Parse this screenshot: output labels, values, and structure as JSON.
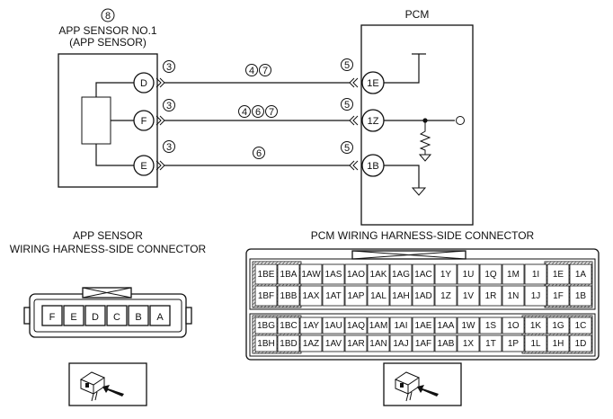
{
  "sensor": {
    "callout": "8",
    "title_line1": "APP SENSOR NO.1",
    "title_line2": "(APP SENSOR)",
    "pins": [
      "D",
      "F",
      "E"
    ]
  },
  "pcm": {
    "title": "PCM",
    "pins": [
      "1E",
      "1Z",
      "1B"
    ]
  },
  "wires": [
    {
      "sensor_note": "3",
      "mid_notes": [
        "4",
        "7"
      ],
      "pcm_note": "5"
    },
    {
      "sensor_note": "3",
      "mid_notes": [
        "4",
        "6",
        "7"
      ],
      "pcm_note": "5"
    },
    {
      "sensor_note": "3",
      "mid_notes": [
        "6"
      ],
      "pcm_note": "5"
    }
  ],
  "app_connector": {
    "title_line1": "APP SENSOR",
    "title_line2": "WIRING HARNESS-SIDE CONNECTOR",
    "pins": [
      "F",
      "E",
      "D",
      "C",
      "B",
      "A"
    ],
    "view_icon": "connector-view-arrow-icon"
  },
  "pcm_connector": {
    "title": "PCM WIRING HARNESS-SIDE CONNECTOR",
    "top_rows": [
      [
        "1BE",
        "1BA",
        "1AW",
        "1AS",
        "1AO",
        "1AK",
        "1AG",
        "1AC",
        "1Y",
        "1U",
        "1Q",
        "1M",
        "1I",
        "1E",
        "1A"
      ],
      [
        "1BF",
        "1BB",
        "1AX",
        "1AT",
        "1AP",
        "1AL",
        "1AH",
        "1AD",
        "1Z",
        "1V",
        "1R",
        "1N",
        "1J",
        "1F",
        "1B"
      ]
    ],
    "bottom_rows": [
      [
        "1BG",
        "1BC",
        "1AY",
        "1AU",
        "1AQ",
        "1AM",
        "1AI",
        "1AE",
        "1AA",
        "1W",
        "1S",
        "1O",
        "1K",
        "1G",
        "1C"
      ],
      [
        "1BH",
        "1BD",
        "1AZ",
        "1AV",
        "1AR",
        "1AN",
        "1AJ",
        "1AF",
        "1AB",
        "1X",
        "1T",
        "1P",
        "1L",
        "1H",
        "1D"
      ]
    ],
    "view_icon": "connector-view-arrow-icon"
  }
}
